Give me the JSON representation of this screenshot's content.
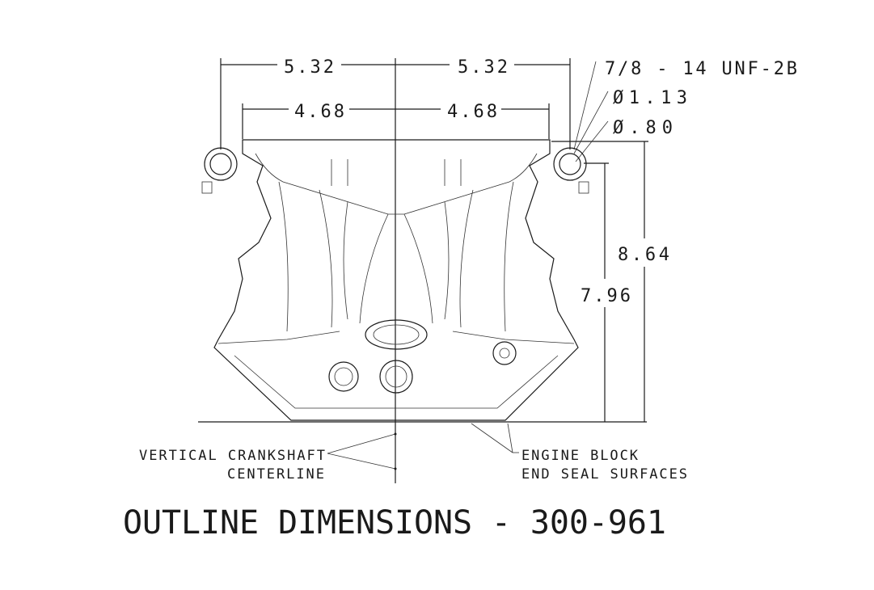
{
  "dimensions": {
    "top_left": "5.32",
    "top_right": "5.32",
    "inner_left": "4.68",
    "inner_right": "4.68",
    "height_overall": "8.64",
    "height_port": "7.96"
  },
  "callouts": {
    "thread": "7/8 - 14 UNF-2B",
    "diameter_outer": "Ø1.13",
    "diameter_inner": "Ø.80"
  },
  "labels": {
    "centerline_line1": "VERTICAL CRANKSHAFT",
    "centerline_line2": "CENTERLINE",
    "seal_line1": "ENGINE BLOCK",
    "seal_line2": "END SEAL SURFACES"
  },
  "title": "OUTLINE DIMENSIONS - 300-961"
}
